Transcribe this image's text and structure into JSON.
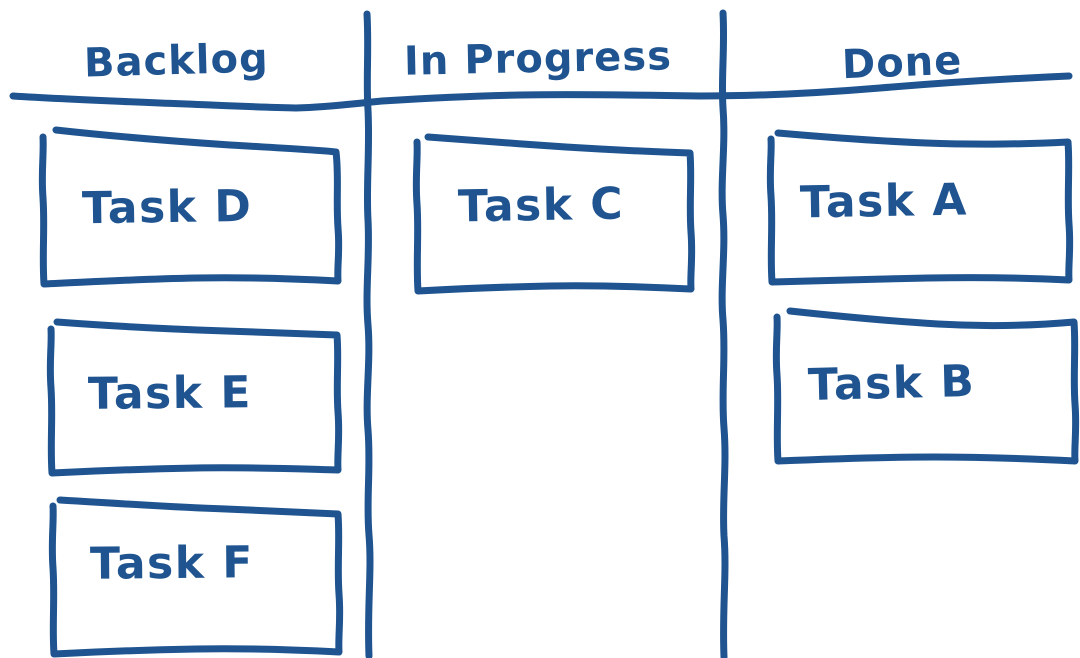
{
  "board": {
    "kind": "hand-drawn-kanban-whiteboard",
    "ink_color": "#1f5490",
    "background_color": "#ffffff",
    "columns": [
      {
        "id": "backlog",
        "title": "Backlog",
        "cards": [
          {
            "id": "card-d",
            "label": "Task D"
          },
          {
            "id": "card-e",
            "label": "Task E"
          },
          {
            "id": "card-f",
            "label": "Task F"
          }
        ]
      },
      {
        "id": "in-progress",
        "title": "In Progress",
        "cards": [
          {
            "id": "card-c",
            "label": "Task C"
          }
        ]
      },
      {
        "id": "done",
        "title": "Done",
        "cards": [
          {
            "id": "card-a",
            "label": "Task A"
          },
          {
            "id": "card-b",
            "label": "Task B"
          }
        ]
      }
    ]
  }
}
